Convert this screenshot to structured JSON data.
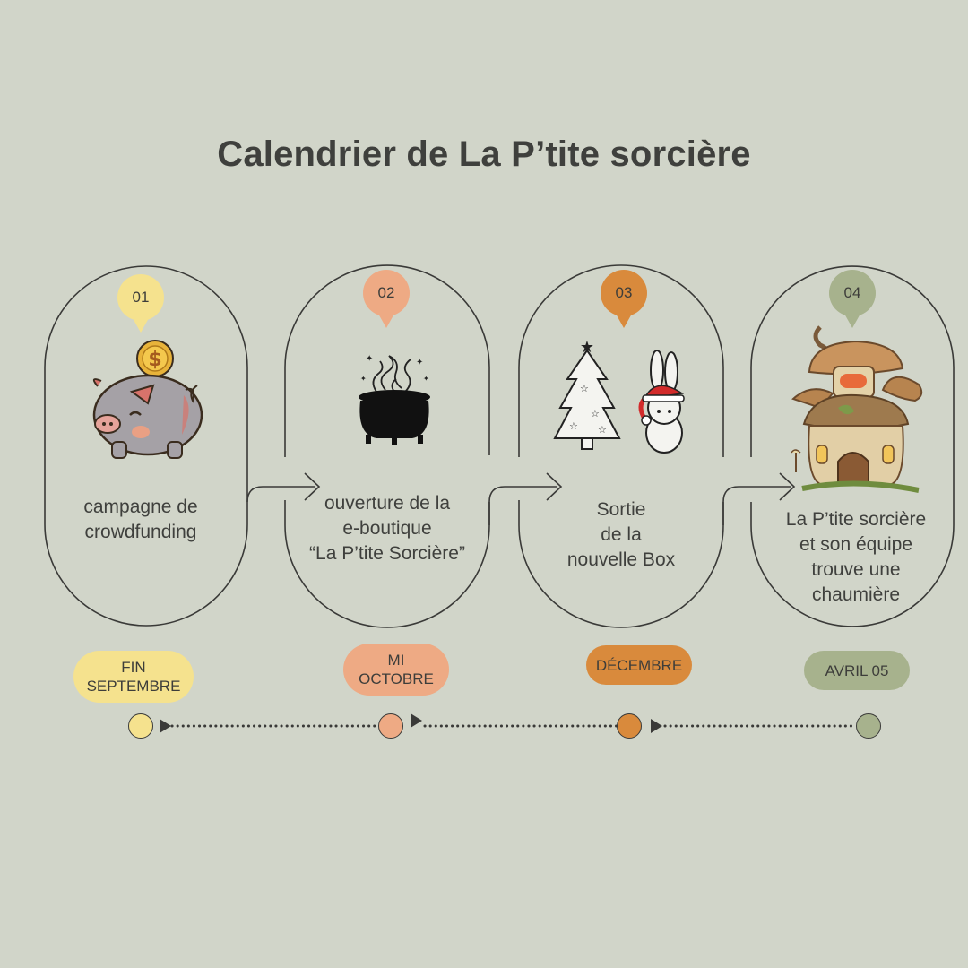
{
  "title": "Calendrier de La P’tite sorcière",
  "colors": {
    "background": "#d1d5c9",
    "yellow": "#f5e28e",
    "peach": "#eeaa84",
    "orange": "#d98a3c",
    "sage": "#a7b28d",
    "line": "#3a3a38"
  },
  "stages": [
    {
      "number": "01",
      "text": "campagne de\ncrowdfunding",
      "date": "FIN\nSEPTEMBRE",
      "color": "#f5e28e",
      "icon": "piggy-bank-icon"
    },
    {
      "number": "02",
      "text": "ouverture de la\ne-boutique\n“La P’tite Sorcière”",
      "date": "MI\nOCTOBRE",
      "color": "#eeaa84",
      "icon": "cauldron-icon"
    },
    {
      "number": "03",
      "text": "Sortie\nde la\nnouvelle Box",
      "date": "DÉCEMBRE",
      "color": "#d98a3c",
      "icon": "christmas-tree-bunny-icon"
    },
    {
      "number": "04",
      "text": "La P’tite sorcière\net son équipe\ntrouve une\nchaumière",
      "date": "AVRIL 05",
      "color": "#a7b28d",
      "icon": "mushroom-house-icon"
    }
  ]
}
